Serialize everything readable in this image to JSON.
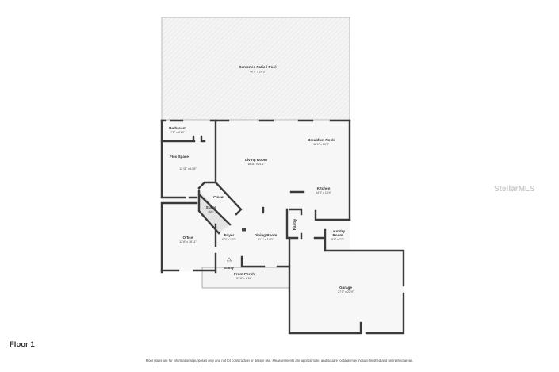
{
  "floor_label": "Floor 1",
  "disclaimer": "Floor plans are for informational purposes only and not for construction or design use. Measurements are approximate, and square footage may include finished and unfinished areas.",
  "watermark": "StellarMLS",
  "rooms": {
    "patio": {
      "name": "Screened Patio / Pool",
      "dims": "46'7\" x 24'3\""
    },
    "bathroom": {
      "name": "Bathroom",
      "dims": "7'6\" x 4'10\""
    },
    "flex": {
      "name": "Flex Space",
      "dims": "12'11\" x 13'8\""
    },
    "living": {
      "name": "Living Room",
      "dims": "18'11\" x 21'1\""
    },
    "nook": {
      "name": "Breakfast Nook",
      "dims": "12'1\" x 10'3\""
    },
    "kitchen": {
      "name": "Kitchen",
      "dims": "14'3\" x 13'4\""
    },
    "closet": {
      "name": "Closet"
    },
    "stairs": {
      "name": "Stairs",
      "note": "(Up)"
    },
    "pantry": {
      "name": "Pantry"
    },
    "laundry": {
      "name": "Laundry",
      "name2": "Room",
      "dims": "5'8\" x 7'2\""
    },
    "office": {
      "name": "Office",
      "dims": "12'8\" x 16'11\""
    },
    "foyer": {
      "name": "Foyer",
      "dims": "6'2\" x 12'0\""
    },
    "dining": {
      "name": "Dining Room",
      "dims": "11'1\" x 14'0\""
    },
    "entry": {
      "name": "Entry"
    },
    "porch": {
      "name": "Front Porch",
      "dims": "21'8\" x 8'11\""
    },
    "garage": {
      "name": "Garage",
      "dims": "27'1\" x 22'9\""
    }
  }
}
